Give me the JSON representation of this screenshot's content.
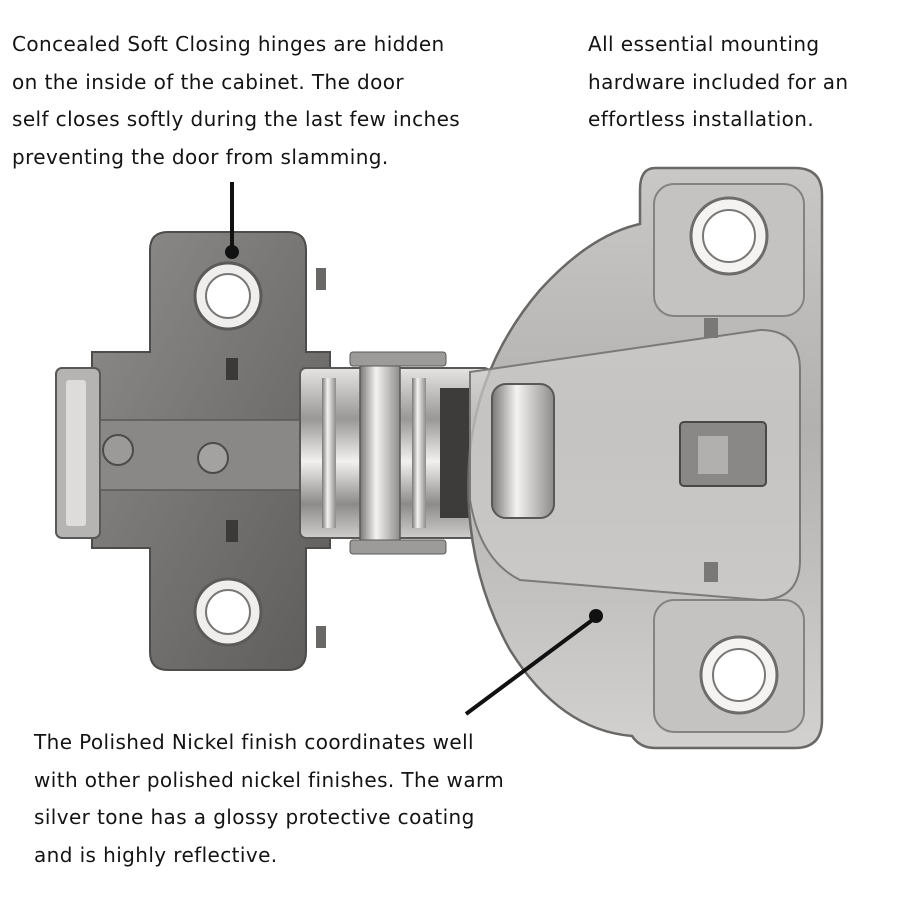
{
  "captions": {
    "soft_close": [
      "Concealed Soft Closing hinges are hidden",
      "on the inside of the cabinet. The door",
      "self closes softly during the last few inches",
      "preventing the door from slamming."
    ],
    "hardware": [
      "All essential mounting",
      "hardware included for an",
      "effortless installation."
    ],
    "finish": [
      "The Polished Nickel finish coordinates well",
      "with other polished nickel finishes. The warm",
      "silver tone has a glossy protective coating",
      "and is highly reflective."
    ]
  },
  "colors": {
    "background": "#ffffff",
    "text": "#141414",
    "nickel_dark": "#6e6c6a",
    "nickel_mid": "#a9a7a5",
    "nickel_light": "#d8d7d5"
  }
}
